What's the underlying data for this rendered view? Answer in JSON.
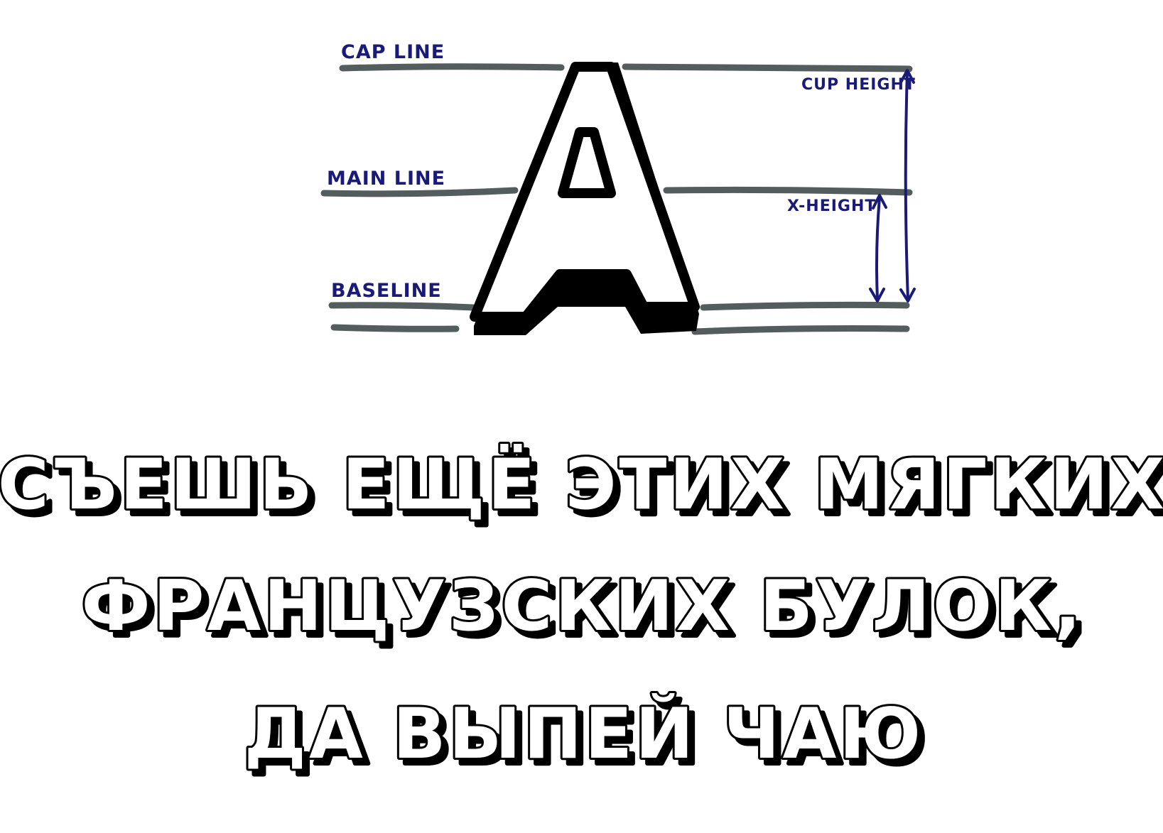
{
  "diagram": {
    "labels": {
      "cap_line": "CAP LINE",
      "main_line": "MAIN LINE",
      "baseline": "BASELINE",
      "cap_height": "CUP HEIGHT",
      "x_height": "X-HEIGHT"
    },
    "letter": "A"
  },
  "pangram": {
    "line1": "СЪЕШЬ ЕЩЁ ЭТИХ МЯГКИХ",
    "line2": "ФРАНЦУЗСКИХ БУЛОК,",
    "line3": "ДА ВЫПЕЙ ЧАЮ"
  },
  "colors": {
    "guide_lines": "#535d5d",
    "annotation": "#1a1a78",
    "outline": "#000000",
    "background": "#ffffff"
  }
}
